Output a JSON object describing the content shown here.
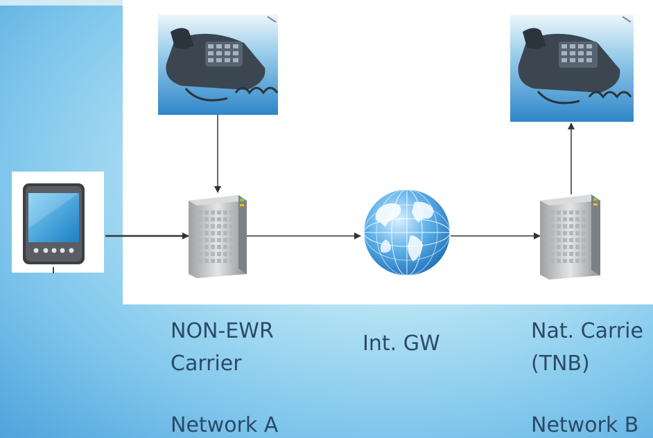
{
  "nodes": {
    "carrier_a": {
      "line1": "NON-EWR",
      "line2": "Carrier"
    },
    "gateway": {
      "label": "Int. GW"
    },
    "carrier_b": {
      "line1": "Nat. Carrie",
      "line2": "(TNB)"
    }
  },
  "networks": {
    "a": "Network A",
    "b": "Network B"
  },
  "icons": {
    "tablet": "tablet-icon",
    "desk_phone": "desk-phone-icon",
    "server": "server-icon",
    "globe": "globe-icon"
  },
  "colors": {
    "label_text": "#2b4a66",
    "arrow": "#333333",
    "globe": "#3a97d8",
    "server": "#c9cbcc"
  }
}
